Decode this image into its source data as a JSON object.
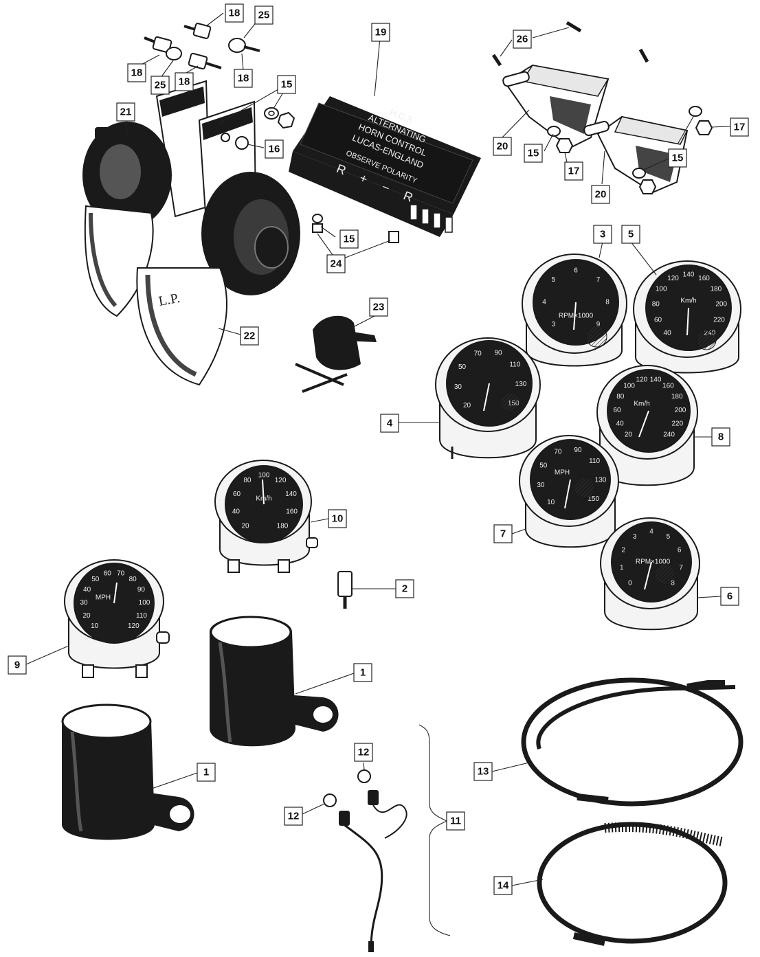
{
  "regulator": {
    "lines": [
      "H.C.3.",
      "ALTERNATING",
      "HORN CONTROL",
      "LUCAS-ENGLAND",
      "OBSERVE POLARITY"
    ],
    "terminals": [
      "R",
      "+",
      "−",
      "R"
    ]
  },
  "horn_marking": "L.P.",
  "gauges": {
    "tachometer_3": {
      "ticks": [
        "3",
        "4",
        "5",
        "6",
        "7",
        "8",
        "9"
      ],
      "label": "RPM×1000"
    },
    "speedo_5": {
      "ticks": [
        "40",
        "60",
        "80",
        "100",
        "120",
        "140",
        "160",
        "180",
        "200",
        "220",
        "240"
      ],
      "label": "Km/h"
    },
    "speedo_4": {
      "ticks": [
        "20",
        "30",
        "50",
        "70",
        "90",
        "110",
        "130",
        "150"
      ]
    },
    "speedo_8": {
      "ticks": [
        "20",
        "40",
        "60",
        "80",
        "100",
        "120",
        "140",
        "160",
        "180",
        "200",
        "220",
        "240"
      ],
      "label": "Km/h"
    },
    "speedo_7": {
      "ticks": [
        "10",
        "30",
        "50",
        "70",
        "90",
        "110",
        "130",
        "150"
      ],
      "label": "MPH"
    },
    "tachometer_6": {
      "ticks": [
        "0",
        "1",
        "2",
        "3",
        "4",
        "5",
        "6",
        "7",
        "8"
      ],
      "label": "RPM×1000"
    },
    "speedo_10": {
      "ticks": [
        "20",
        "40",
        "60",
        "80",
        "100",
        "120",
        "140",
        "160",
        "180"
      ],
      "label": "Km/h"
    },
    "speedo_9": {
      "ticks": [
        "10",
        "20",
        "30",
        "40",
        "50",
        "60",
        "70",
        "80",
        "90",
        "100",
        "110",
        "120"
      ],
      "label": "MPH"
    }
  },
  "callouts": {
    "c18a": "18",
    "c25a": "25",
    "c18b": "18",
    "c25b": "25",
    "c18c": "18",
    "c18d": "18",
    "c19": "19",
    "c15a": "15",
    "c16": "16",
    "c21": "21",
    "c22": "22",
    "c15b": "15",
    "c24": "24",
    "c23": "23",
    "c26": "26",
    "c20a": "20",
    "c15c": "15",
    "c17a": "17",
    "c17b": "17",
    "c15d": "15",
    "c20b": "20",
    "c3": "3",
    "c5": "5",
    "c4": "4",
    "c8": "8",
    "c7": "7",
    "c6": "6",
    "c10": "10",
    "c2": "2",
    "c9": "9",
    "c1a": "1",
    "c1b": "1",
    "c12a": "12",
    "c12b": "12",
    "c11": "11",
    "c13": "13",
    "c14": "14"
  }
}
